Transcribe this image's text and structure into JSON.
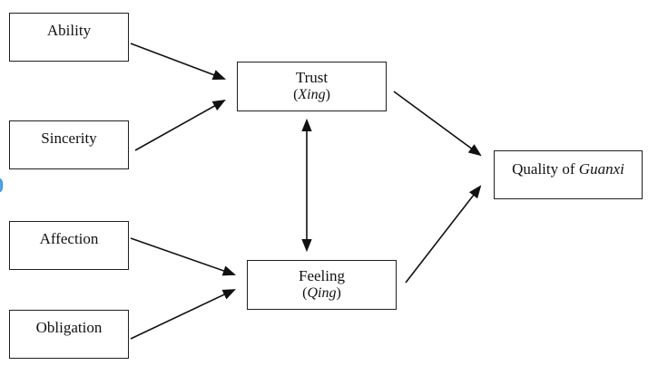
{
  "diagram": {
    "nodes": {
      "ability": {
        "label": "Ability"
      },
      "sincerity": {
        "label": "Sincerity"
      },
      "affection": {
        "label": "Affection"
      },
      "obligation": {
        "label": "Obligation"
      },
      "trust": {
        "label": "Trust",
        "sub_pre": "(",
        "sub_italic": "Xing",
        "sub_post": ")"
      },
      "feeling": {
        "label": "Feeling",
        "sub_pre": "(",
        "sub_italic": "Qing",
        "sub_post": ")"
      },
      "quality": {
        "label_prefix": "Quality of ",
        "label_italic": "Guanxi"
      }
    },
    "edges": [
      {
        "from": "Ability",
        "to": "Trust (Xing)",
        "type": "directed"
      },
      {
        "from": "Sincerity",
        "to": "Trust (Xing)",
        "type": "directed"
      },
      {
        "from": "Affection",
        "to": "Feeling (Qing)",
        "type": "directed"
      },
      {
        "from": "Obligation",
        "to": "Feeling (Qing)",
        "type": "directed"
      },
      {
        "from": "Trust (Xing)",
        "to": "Feeling (Qing)",
        "type": "bidirectional"
      },
      {
        "from": "Trust (Xing)",
        "to": "Quality of Guanxi",
        "type": "directed"
      },
      {
        "from": "Feeling (Qing)",
        "to": "Quality of Guanxi",
        "type": "directed"
      }
    ],
    "colors": {
      "background": "#ffffff",
      "box_border": "#1f1f1f",
      "arrow": "#111111",
      "accent_blue": "#4da3ee"
    }
  }
}
